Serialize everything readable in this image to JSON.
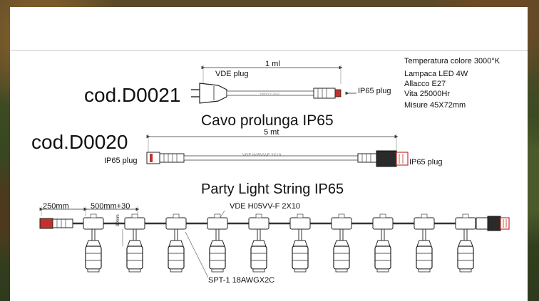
{
  "d0021": {
    "code": "cod.D0021",
    "length": "1 ml",
    "left_plug": "VDE plug",
    "right_plug": "IP65 plug"
  },
  "specs": [
    "Temperatura colore 3000°K",
    "Lampaca LED 4W",
    "Allacco E27",
    "Vita 25000Hr",
    "Misure 45X72mm"
  ],
  "extension": {
    "title": "Cavo prolunga IP65",
    "code": "cod.D0020",
    "length": "5 mt",
    "left_plug": "IP65 plug",
    "right_plug": "IP65 plug",
    "cable_text": "VDE H05VV-F 2X10"
  },
  "party": {
    "title": "Party Light String IP65",
    "dim_lead": "250mm",
    "dim_spacing": "500mm+30",
    "cable_label": "VDE H05VV-F 2X10",
    "drop_label": "SPT-1 18AWGX2C",
    "drop_length": "90mm",
    "socket_count": 10
  },
  "colors": {
    "ink": "#111111",
    "plug_red": "#c0322b",
    "line": "#555555"
  }
}
